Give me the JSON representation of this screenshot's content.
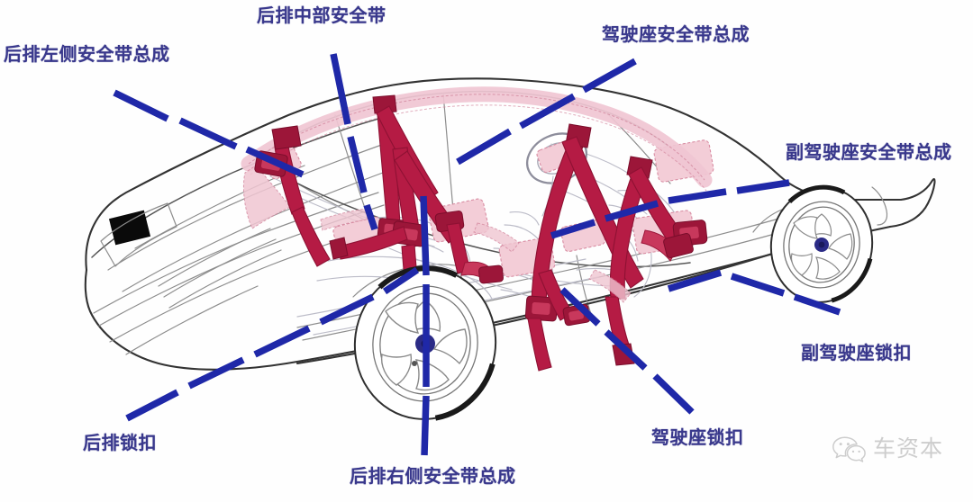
{
  "figure": {
    "subject": "汽车安全带系统示意图",
    "view": "three-quarter rear-left cutaway of a sedan facing right",
    "background_color": "#fefefe"
  },
  "colors": {
    "label_text": "#39388c",
    "leader_line": "#1f28a8",
    "seatbelt_webbing": "#b51b44",
    "seatbelt_webbing_dark": "#8e1133",
    "airbag_panel_fill": "#f3cdd7",
    "airbag_panel_stroke": "#d88ca2",
    "body_outline": "#3a3a3a",
    "body_outline_light": "#9a9a9a",
    "interior_line": "#b9b9c4",
    "wheel_hub": "#2b2b86",
    "taillight": "#0a0a0a",
    "watermark": "#9a9a9a"
  },
  "callouts": [
    {
      "id": "rear-left-belt-assembly",
      "text": "后排左侧安全带总成"
    },
    {
      "id": "rear-center-belt",
      "text": "后排中部安全带"
    },
    {
      "id": "driver-belt-assembly",
      "text": "驾驶座安全带总成"
    },
    {
      "id": "passenger-belt-assembly",
      "text": "副驾驶座安全带总成"
    },
    {
      "id": "passenger-buckle",
      "text": "副驾驶座锁扣"
    },
    {
      "id": "driver-buckle",
      "text": "驾驶座锁扣"
    },
    {
      "id": "rear-right-belt-assembly",
      "text": "后排右侧安全带总成"
    },
    {
      "id": "rear-buckle",
      "text": "后排锁扣"
    }
  ],
  "watermark": {
    "icon": "wechat-icon",
    "text": "车资本"
  }
}
